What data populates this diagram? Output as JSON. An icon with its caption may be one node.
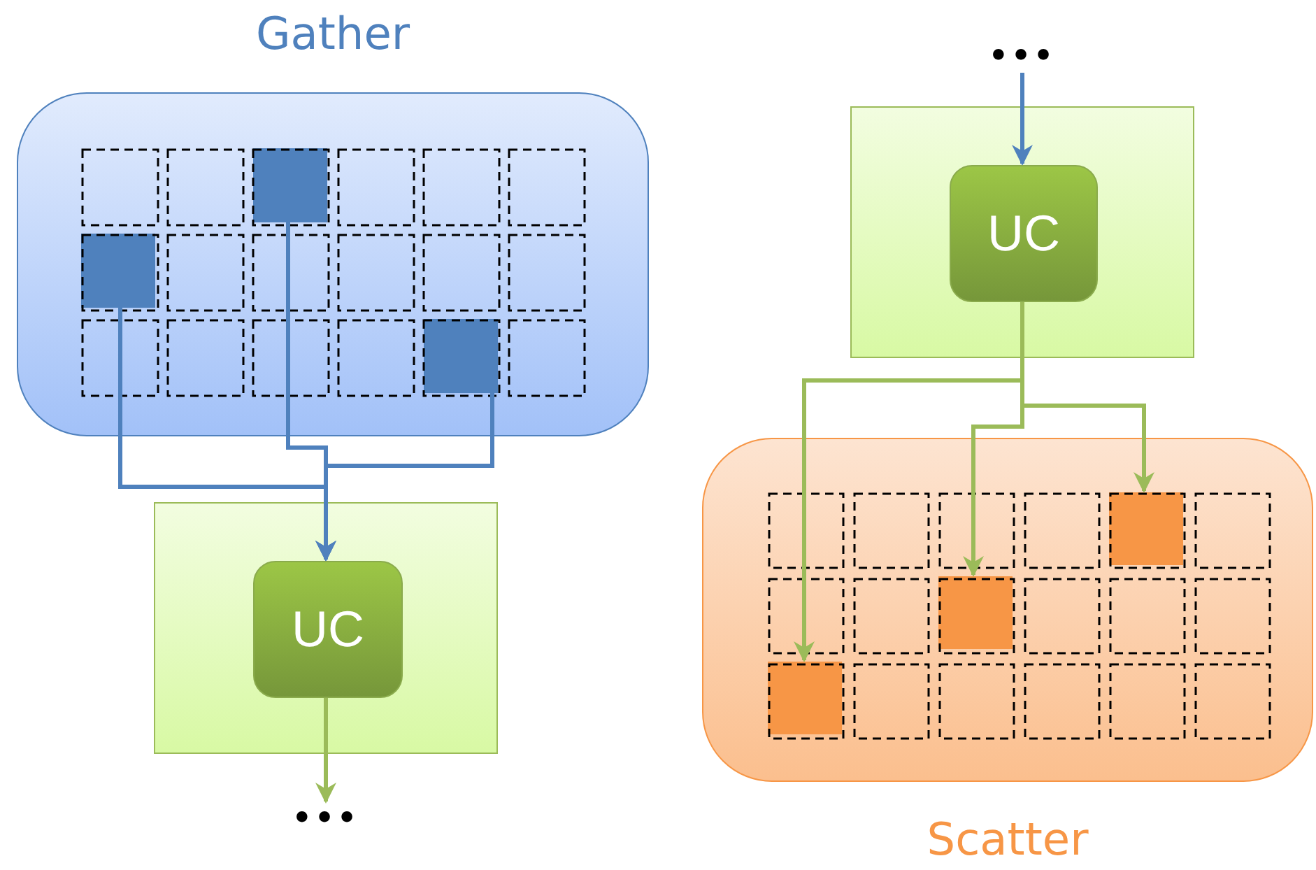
{
  "diagram": {
    "nodes": [
      {
        "text": [
          "Gather"
        ]
      },
      {
        "text": [],
        "shape": "box",
        "in": 0
      },
      {
        "text": [],
        "shape": "box",
        "in": 0
      },
      {
        "text": [],
        "shape": "box",
        "in": 0
      },
      {
        "text": [],
        "shape": "box"
      },
      {
        "text": [
          "UC"
        ],
        "in": 4
      },
      {
        "text": [
          "•••"
        ]
      },
      {
        "text": [
          "•••"
        ]
      },
      {
        "text": [],
        "shape": "box"
      },
      {
        "text": [
          "UC"
        ],
        "in": 8
      },
      {
        "text": [
          "Scatter"
        ]
      },
      {
        "text": [],
        "shape": "box",
        "in": 10
      },
      {
        "text": [],
        "shape": "box",
        "in": 10
      },
      {
        "text": [],
        "shape": "box",
        "in": 10
      }
    ],
    "edges": [
      {
        "from": 1,
        "to": 5,
        "arrow": "to",
        "color": "#4f81bd"
      },
      {
        "from": 2,
        "to": 5,
        "arrow": "to",
        "color": "#4f81bd"
      },
      {
        "from": 3,
        "to": 5,
        "arrow": "to",
        "color": "#4f81bd"
      },
      {
        "from": 5,
        "to": 6,
        "arrow": "to",
        "color": "#9bbb59"
      },
      {
        "from": 7,
        "to": 9,
        "arrow": "to",
        "color": "#4f81bd"
      },
      {
        "from": 9,
        "to": 13,
        "arrow": "to",
        "color": "#9bbb59"
      },
      {
        "from": 9,
        "to": 12,
        "arrow": "to",
        "color": "#9bbb59"
      },
      {
        "from": 9,
        "to": 11,
        "arrow": "to",
        "color": "#9bbb59"
      }
    ]
  }
}
